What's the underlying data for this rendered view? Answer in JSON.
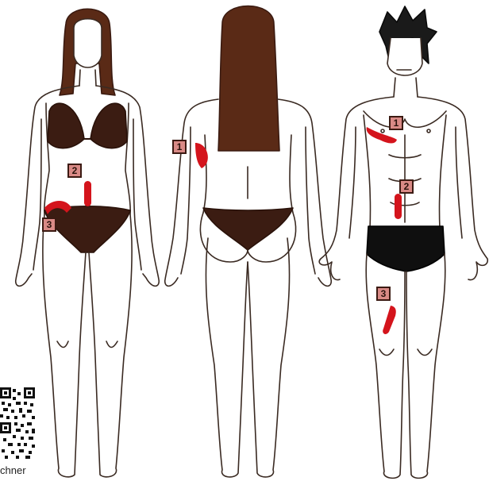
{
  "figures": [
    {
      "id": "female-front",
      "markers": [
        {
          "label": "2"
        },
        {
          "label": "3"
        }
      ]
    },
    {
      "id": "female-back",
      "markers": [
        {
          "label": "1"
        }
      ]
    },
    {
      "id": "male-front",
      "markers": [
        {
          "label": "1"
        },
        {
          "label": "2"
        },
        {
          "label": "3"
        }
      ]
    }
  ],
  "credit": {
    "text": "chner"
  },
  "colors": {
    "skin_outline": "#3a2a22",
    "hair": "#5a2a16",
    "swimwear": "#3b1c12",
    "male_shorts": "#0f0f0f",
    "injection_mark": "#d4141c",
    "label_fill": "#d98a86",
    "label_border": "#3b1a12"
  }
}
